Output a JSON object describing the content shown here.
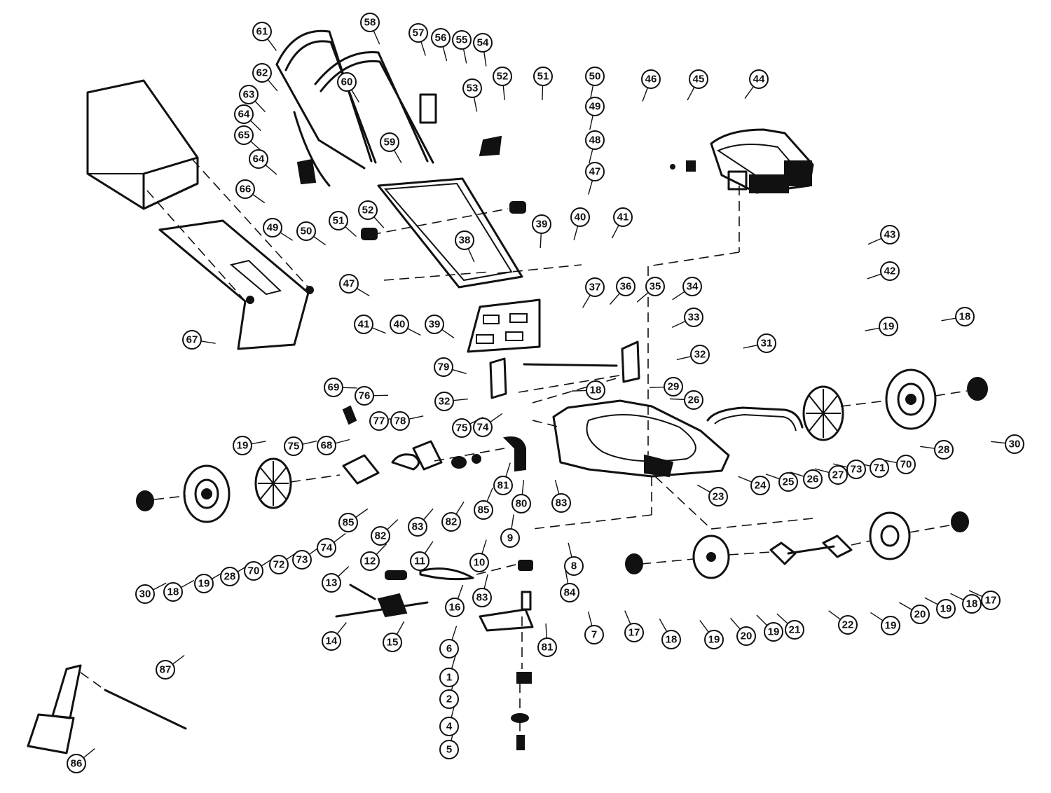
{
  "diagram": {
    "colors": {
      "ink": "#111111",
      "paper": "#ffffff"
    },
    "callout_labels": [
      "1",
      "2",
      "4",
      "5",
      "6",
      "7",
      "8",
      "9",
      "10",
      "11",
      "12",
      "13",
      "14",
      "15",
      "16",
      "17",
      "17",
      "18",
      "18",
      "18",
      "18",
      "18",
      "19",
      "19",
      "19",
      "19",
      "19",
      "19",
      "19",
      "20",
      "20",
      "21",
      "22",
      "23",
      "24",
      "25",
      "26",
      "26",
      "27",
      "28",
      "28",
      "29",
      "30",
      "30",
      "31",
      "32",
      "32",
      "33",
      "34",
      "35",
      "36",
      "37",
      "38",
      "39",
      "39",
      "40",
      "40",
      "41",
      "41",
      "42",
      "43",
      "44",
      "45",
      "46",
      "47",
      "47",
      "48",
      "49",
      "49",
      "50",
      "50",
      "51",
      "51",
      "52",
      "52",
      "53",
      "54",
      "55",
      "56",
      "57",
      "58",
      "59",
      "60",
      "61",
      "62",
      "63",
      "64",
      "64",
      "65",
      "66",
      "67",
      "68",
      "69",
      "70",
      "70",
      "71",
      "72",
      "73",
      "73",
      "74",
      "74",
      "75",
      "75",
      "76",
      "77",
      "78",
      "79",
      "80",
      "81",
      "81",
      "82",
      "82",
      "83",
      "83",
      "83",
      "84",
      "85",
      "85",
      "86",
      "87"
    ]
  }
}
